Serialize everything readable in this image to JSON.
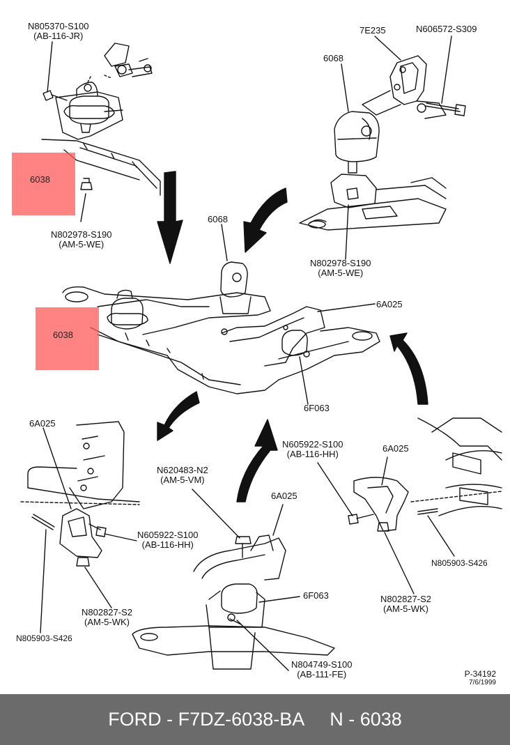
{
  "callouts": {
    "top_left_bolt": {
      "part": "N805370-S100",
      "code": "(AB-116-JR)"
    },
    "top_left_nut": {
      "part": "N802978-S190",
      "code": "(AM-5-WE)"
    },
    "top_right_bracket": "7E235",
    "top_right_bolt": "N606572-S309",
    "top_right_insulator": "6068",
    "top_right_nut": {
      "part": "N802978-S190",
      "code": "(AM-5-WE)"
    },
    "center_insulator": "6068",
    "center_bracket": "6A025",
    "center_mount": "6F063",
    "bl_bracket": "6A025",
    "bl_bolt": {
      "part": "N605922-S100",
      "code": "(AB-116-HH)"
    },
    "bl_nut": {
      "part": "N802827-S2",
      "code": "(AM-5-WK)"
    },
    "bl_stud": "N805903-S426",
    "bc_nut": {
      "part": "N620483-N2",
      "code": "(AM-5-VM)"
    },
    "bc_bracket": "6A025",
    "bc_mount": "6F063",
    "bc_bolt": {
      "part": "N804749-S100",
      "code": "(AB-111-FE)"
    },
    "br_bolt": {
      "part": "N605922-S100",
      "code": "(AB-116-HH)"
    },
    "br_bracket": "6A025",
    "br_stud": "N805903-S426",
    "br_nut": {
      "part": "N802827-S2",
      "code": "(AM-5-WK)"
    }
  },
  "highlights": [
    {
      "label": "6038"
    },
    {
      "label": "6038"
    }
  ],
  "reference": {
    "number": "P-34192",
    "date": "7/6/1999"
  },
  "footer": {
    "text": "FORD - F7DZ-6038-BA     N - 6038"
  },
  "colors": {
    "highlight": "#ff5a5a",
    "footer_bg": "#6b6b6b",
    "footer_text": "#ffffff",
    "line": "#111111"
  }
}
